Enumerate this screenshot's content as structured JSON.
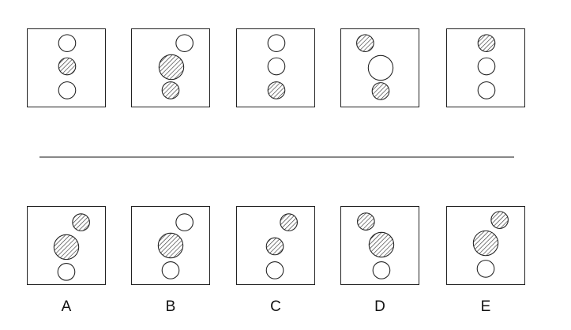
{
  "options": [
    "A",
    "B",
    "C",
    "D",
    "E"
  ],
  "sequence_panels": [
    {
      "circles": [
        {
          "fill": "empty"
        },
        {
          "fill": "hatched"
        },
        {
          "fill": "empty"
        }
      ]
    },
    {
      "circles": [
        {
          "fill": "empty"
        },
        {
          "fill": "hatched"
        },
        {
          "fill": "hatched"
        }
      ]
    },
    {
      "circles": [
        {
          "fill": "empty"
        },
        {
          "fill": "empty"
        },
        {
          "fill": "hatched"
        }
      ]
    },
    {
      "circles": [
        {
          "fill": "hatched"
        },
        {
          "fill": "empty"
        },
        {
          "fill": "hatched"
        }
      ]
    },
    {
      "circles": [
        {
          "fill": "hatched"
        },
        {
          "fill": "empty"
        },
        {
          "fill": "empty"
        }
      ]
    }
  ],
  "answer_panels": [
    {
      "circles": [
        {
          "fill": "hatched"
        },
        {
          "fill": "hatched"
        },
        {
          "fill": "empty"
        }
      ]
    },
    {
      "circles": [
        {
          "fill": "empty"
        },
        {
          "fill": "hatched"
        },
        {
          "fill": "empty"
        }
      ]
    },
    {
      "circles": [
        {
          "fill": "hatched"
        },
        {
          "fill": "hatched"
        },
        {
          "fill": "empty"
        }
      ]
    },
    {
      "circles": [
        {
          "fill": "hatched"
        },
        {
          "fill": "hatched"
        },
        {
          "fill": "empty"
        }
      ]
    },
    {
      "circles": [
        {
          "fill": "hatched"
        },
        {
          "fill": "hatched"
        },
        {
          "fill": "empty"
        }
      ]
    }
  ],
  "colors": {
    "stroke": "#222222",
    "hatch": "#333333"
  }
}
